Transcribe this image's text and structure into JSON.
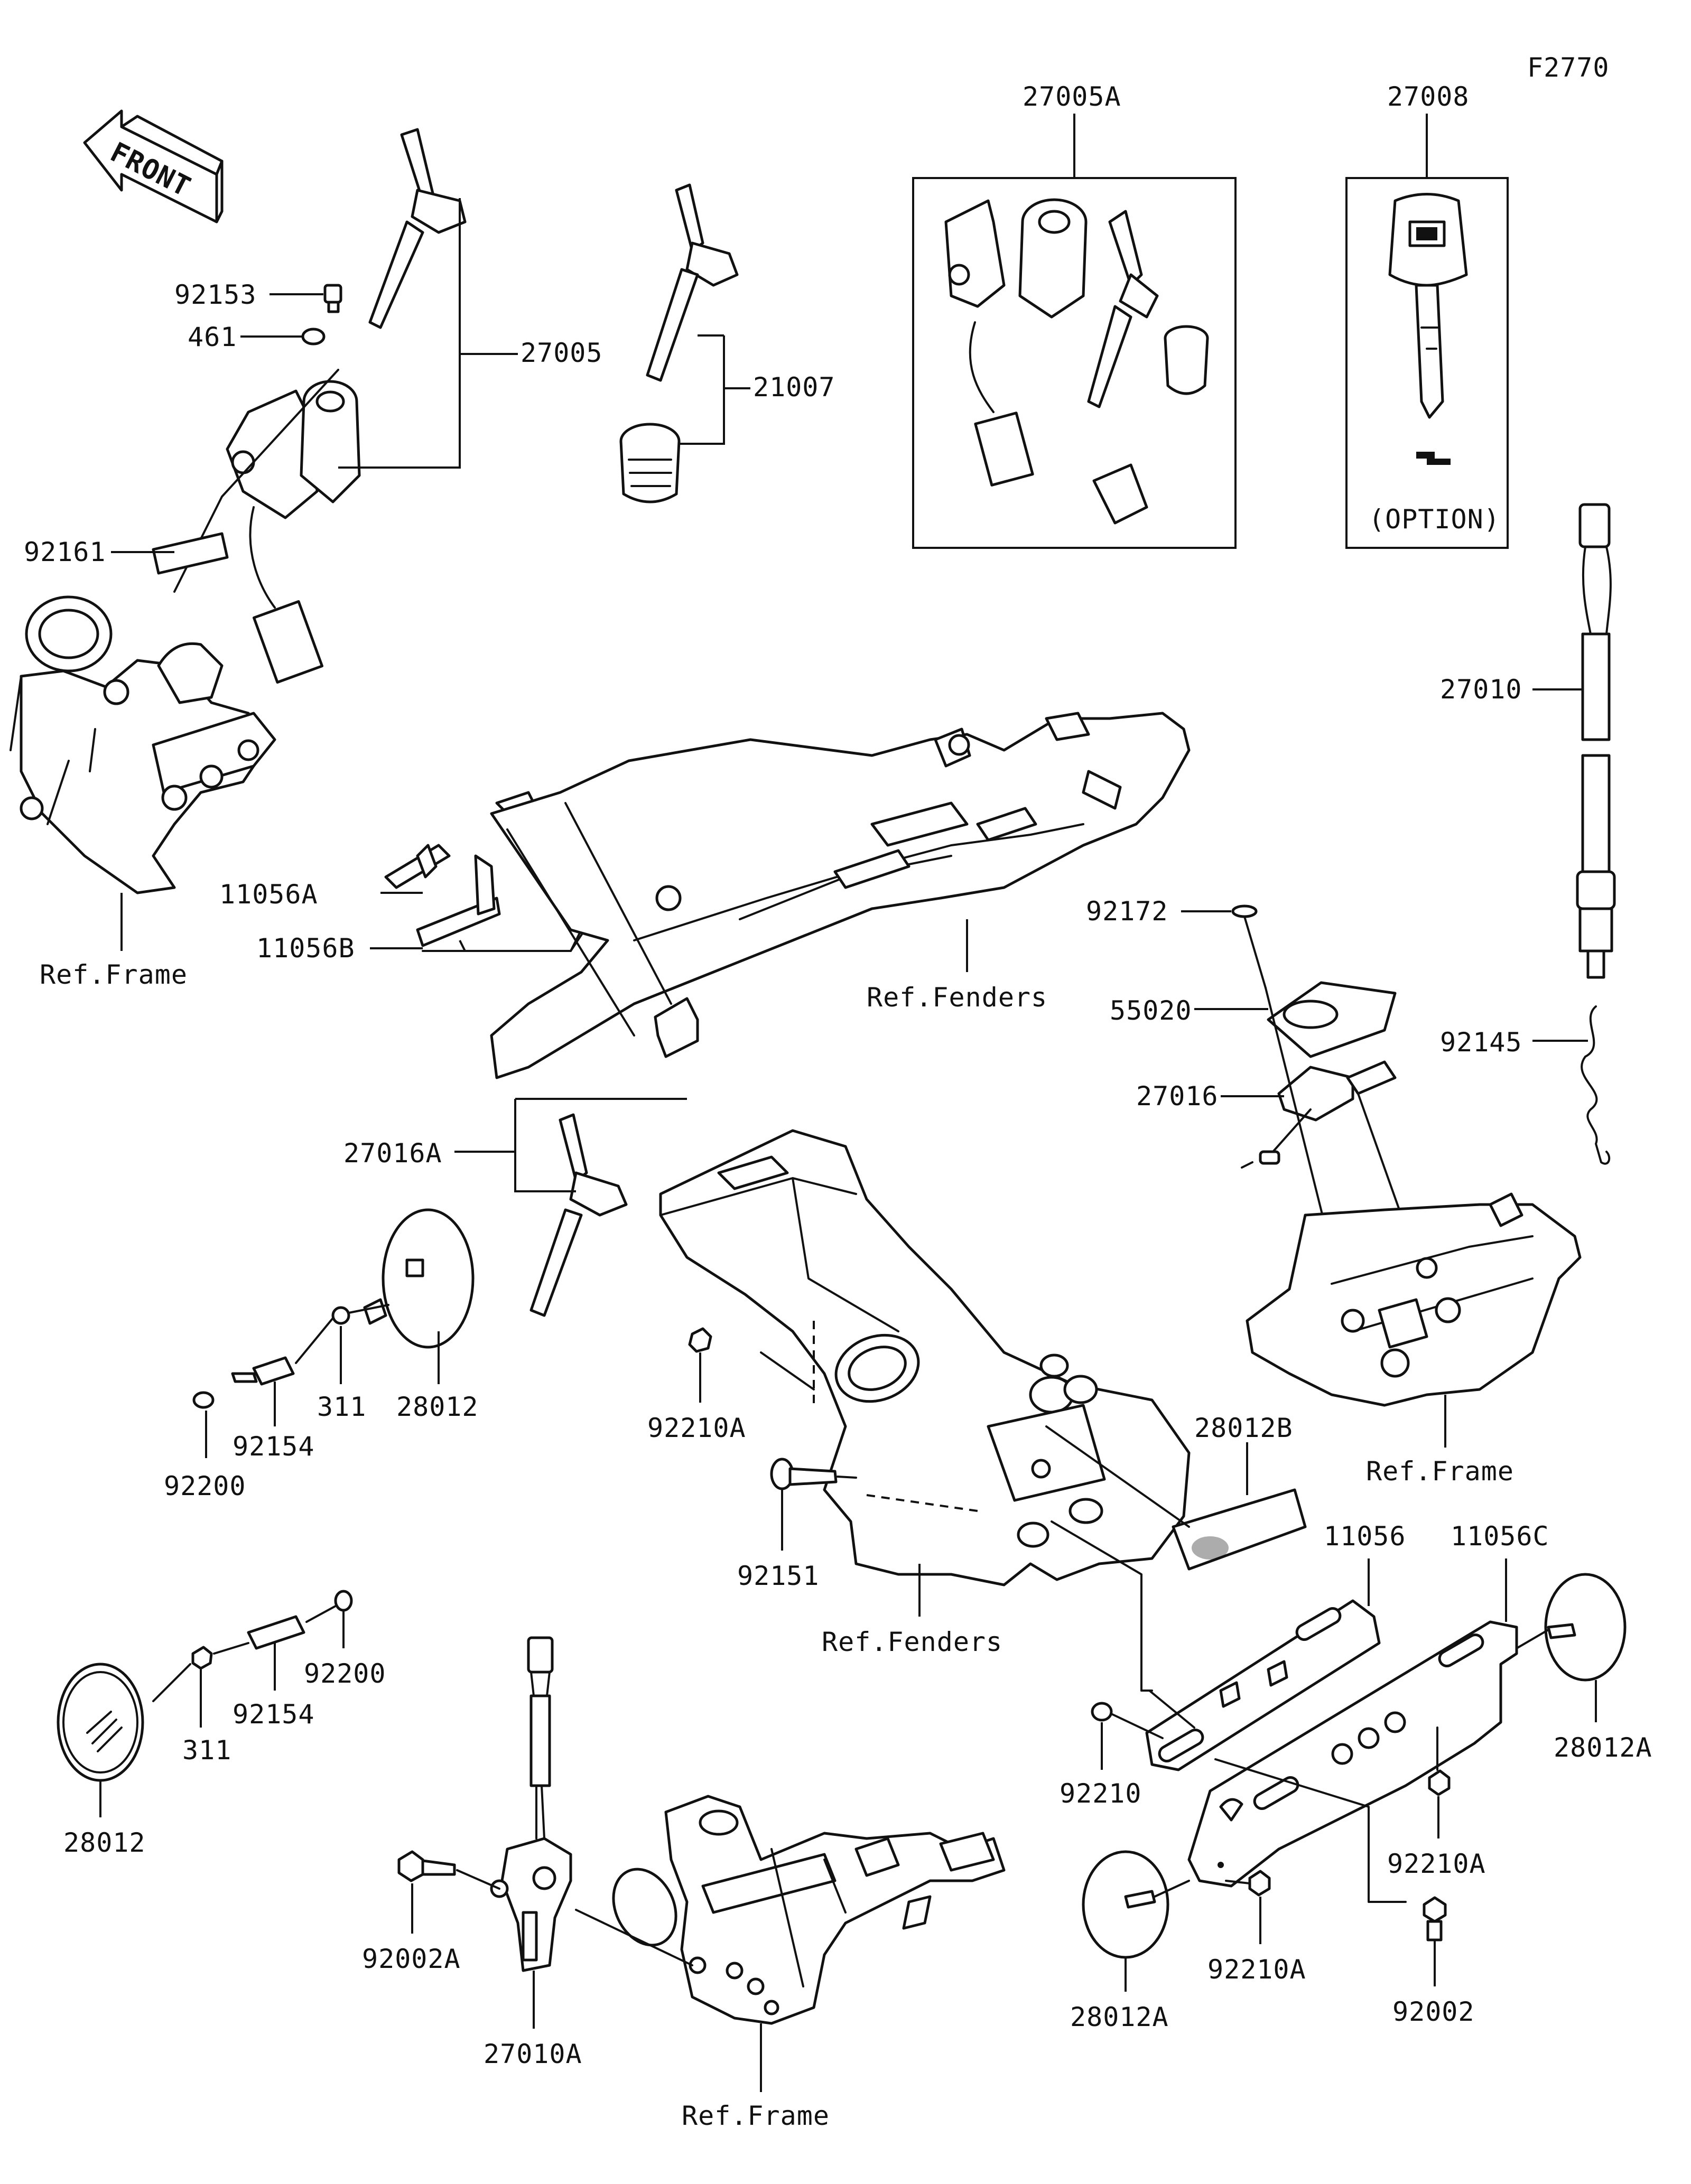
{
  "figure_id": "F2770",
  "front_arrow": "FRONT",
  "option_note": "(OPTION)",
  "labels": {
    "p27005A": "27005A",
    "p27008": "27008",
    "p92153": "92153",
    "p461": "461",
    "p27005": "27005",
    "p21007": "21007",
    "p92161": "92161",
    "p27010": "27010",
    "p11056A": "11056A",
    "p11056B": "11056B",
    "ref_frame_1": "Ref.Frame",
    "ref_fenders_1": "Ref.Fenders",
    "p92172": "92172",
    "p55020": "55020",
    "p92145": "92145",
    "p27016": "27016",
    "p27016A": "27016A",
    "p311_a": "311",
    "p28012_a": "28012",
    "p92154_a": "92154",
    "p92200_a": "92200",
    "p92210A_a": "92210A",
    "p28012B": "28012B",
    "ref_frame_2": "Ref.Frame",
    "p92151": "92151",
    "ref_fenders_2": "Ref.Fenders",
    "p11056": "11056",
    "p11056C": "11056C",
    "p92200_b": "92200",
    "p92154_b": "92154",
    "p311_b": "311",
    "p28012A_a": "28012A",
    "p92210": "92210",
    "p28012_b": "28012",
    "p92210A_b": "92210A",
    "p92002A": "92002A",
    "p92002": "92002",
    "p92210A_c": "92210A",
    "p28012A_b": "28012A",
    "p27010A": "27010A",
    "ref_frame_3": "Ref.Frame"
  }
}
